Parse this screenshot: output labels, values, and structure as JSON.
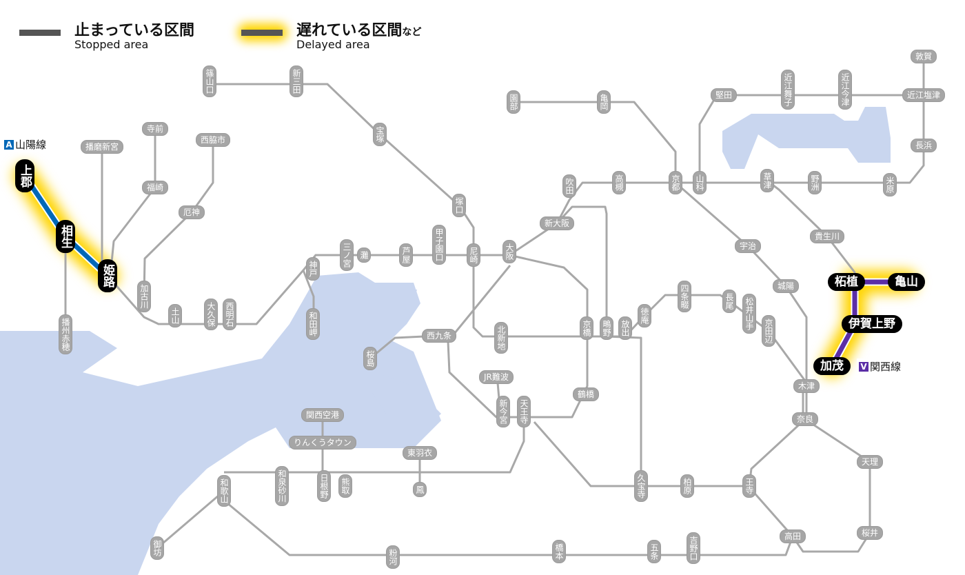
{
  "legend": {
    "stopped": {
      "title": "止まっている区間",
      "sub": "Stopped area"
    },
    "delayed": {
      "title": "遅れている区間",
      "suffix": "など",
      "sub": "Delayed area"
    }
  },
  "lines": {
    "sanyo": {
      "badge": "A",
      "name": "山陽線",
      "color": "#0068b7",
      "status": "delayed"
    },
    "kansai": {
      "badge": "V",
      "name": "関西線",
      "color": "#5b2ea6",
      "status": "delayed"
    }
  },
  "colors": {
    "track": "#a8a8a8",
    "water": "#c9d6ef",
    "glow": "#ffd400",
    "stopped": "#555555"
  },
  "stations": {
    "sasayamaguchi": "篠山口",
    "shinsanda": "新三田",
    "takarazuka": "宝塚",
    "tsukaguchi": "塚口",
    "amagasaki": "尼崎",
    "koshienguchi": "甲子園口",
    "ashiya": "芦屋",
    "nada": "灘",
    "sannomiya": "三ノ宮",
    "kobe": "神戸",
    "wadamisaki": "和田岬",
    "nishiakashi": "西明石",
    "okubo": "大久保",
    "tsuchiyama": "土山",
    "kakogawa": "加古川",
    "yakujin": "厄神",
    "nishiwakishi": "西脇市",
    "teramae": "寺前",
    "fukusaki": "福崎",
    "harimashingu": "播磨新宮",
    "kamigori": "上郡",
    "aioi": "相生",
    "himeji": "姫路",
    "banshuako": "播州赤穂",
    "osaka": "大阪",
    "shinosaka": "新大阪",
    "suita": "吹田",
    "takatsuki": "高槻",
    "kyoto": "京都",
    "yamashina": "山科",
    "sonobe": "園部",
    "kameoka": "亀岡",
    "katata": "堅田",
    "omimaiko": "近江舞子",
    "omiimazu": "近江今津",
    "omishiotsu": "近江塩津",
    "tsuruga": "敦賀",
    "nagahama": "長浜",
    "maibara": "米原",
    "yasu": "野洲",
    "kusatsu": "草津",
    "kibukawa": "貴生川",
    "uji": "宇治",
    "joyo": "城陽",
    "tsuge": "柘植",
    "kameyama": "亀山",
    "igaueno": "伊賀上野",
    "kamo": "加茂",
    "kizu": "木津",
    "nara": "奈良",
    "tenri": "天理",
    "sakurai": "桜井",
    "takada": "高田",
    "oji": "王寺",
    "kashiwara": "柏原",
    "kyuhoji": "久宝寺",
    "shijonawate": "四条畷",
    "nagao": "長尾",
    "matsuiyamate": "松井山手",
    "kyotanabe": "京田辺",
    "tokuan": "徳庵",
    "hanaten": "放出",
    "shigino": "鴫野",
    "kyobashi": "京橋",
    "tsuruhashi": "鶴橋",
    "tennoji": "天王寺",
    "shinimamiya": "新今宮",
    "jrnamba": "JR難波",
    "kitashinchi": "北新地",
    "nishikujo": "西九条",
    "sakurajima": "桜島",
    "kansaiairport": "関西空港",
    "rinkutown": "りんくうタウン",
    "hineno": "日根野",
    "kumatori": "熊取",
    "higashihagoromo": "東羽衣",
    "otori": "鳳",
    "izumisunagawa": "和泉砂川",
    "wakayama": "和歌山",
    "gobo": "御坊",
    "kokawa": "粉河",
    "hashimoto": "橋本",
    "gojo": "五条",
    "yoshinoguchi": "吉野口"
  }
}
